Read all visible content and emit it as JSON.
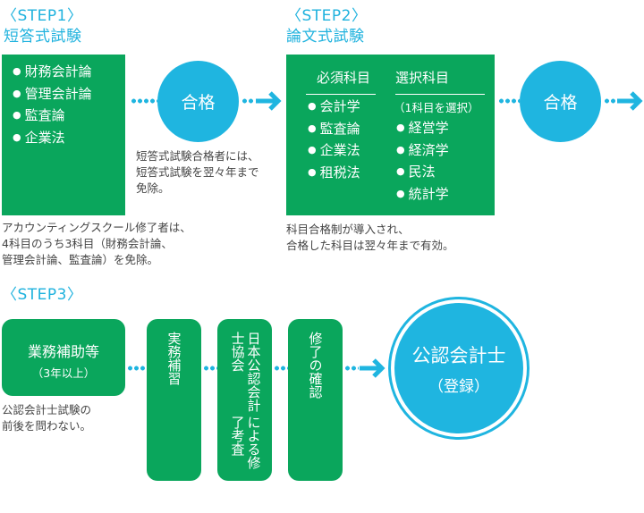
{
  "step1": {
    "label": "〈STEP1〉",
    "title": "短答式試験",
    "subjects": [
      "財務会計論",
      "管理会計論",
      "監査論",
      "企業法"
    ],
    "pass": "合格",
    "pass_note": [
      "短答式試験合格者には、",
      "短答式試験を翌々年まで",
      "免除。"
    ],
    "note": [
      "アカウンティングスクール修了者は、",
      "4科目のうち3科目（財務会計論、",
      "管理会計論、監査論）を免除。"
    ]
  },
  "step2": {
    "label": "〈STEP2〉",
    "title": "論文式試験",
    "required_heading": "必須科目",
    "required": [
      "会計学",
      "監査論",
      "企業法",
      "租税法"
    ],
    "elective_heading": "選択科目",
    "elective_sub": "（1科目を選択）",
    "elective": [
      "経営学",
      "経済学",
      "民法",
      "統計学"
    ],
    "pass": "合格",
    "note": [
      "科目合格制が導入され、",
      "合格した科目は翌々年まで有効。"
    ]
  },
  "step3": {
    "label": "〈STEP3〉",
    "work": "業務補助等",
    "work_sub": "（3年以上）",
    "work_note": [
      "公認会計士試験の",
      "前後を問わない。"
    ],
    "practice": "実務補習",
    "exam_col1": "日本公認会計士協会",
    "exam_col2": "による修了考査",
    "completion": "修了の確認",
    "final": "公認会計士",
    "final_sub": "（登録）"
  },
  "colors": {
    "green": "#0aa65c",
    "blue": "#1fb5e0"
  }
}
